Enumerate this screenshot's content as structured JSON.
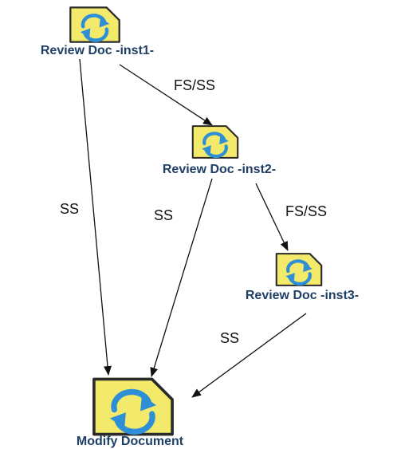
{
  "nodes": {
    "review_inst1": {
      "label": "Review Doc -inst1-",
      "icon": "document-cycle-icon"
    },
    "review_inst2": {
      "label": "Review Doc -inst2-",
      "icon": "document-cycle-icon"
    },
    "review_inst3": {
      "label": "Review Doc -inst3-",
      "icon": "document-cycle-icon"
    },
    "modify_document": {
      "label": "Modify Document",
      "icon": "document-cycle-icon"
    }
  },
  "edges": {
    "inst1_to_inst2": {
      "label": "FS/SS"
    },
    "inst1_to_modify": {
      "label": "SS"
    },
    "inst2_to_modify": {
      "label": "SS"
    },
    "inst2_to_inst3": {
      "label": "FS/SS"
    },
    "inst3_to_modify": {
      "label": "SS"
    }
  },
  "colors": {
    "document_fill": "#f3ea6c",
    "cycle_arrow": "#2f8fd6",
    "label_text": "#1f3f66",
    "edge": "#111111"
  }
}
